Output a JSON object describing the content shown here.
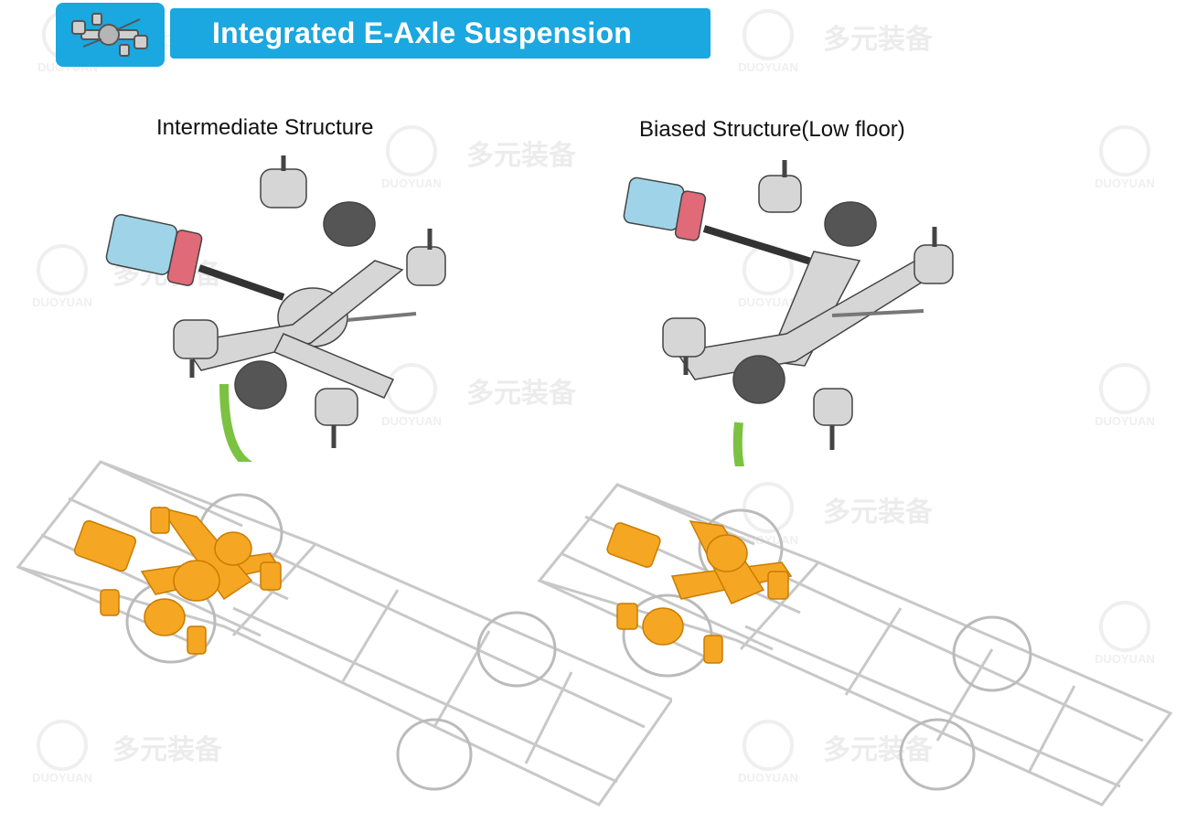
{
  "header": {
    "title": "Integrated E-Axle Suspension",
    "icon": "axle-assembly-icon",
    "color": "#1ba7df"
  },
  "sections": [
    {
      "title": "Intermediate Structure"
    },
    {
      "title": "Biased Structure(Low floor)"
    }
  ],
  "watermark": {
    "brand": "DUOYUAN",
    "chinese": "多元装备"
  },
  "colors": {
    "accent": "#1ba7df",
    "arrow": "#7cc242",
    "highlight_component": "#f5a623",
    "frame": "#c8c8c8"
  }
}
